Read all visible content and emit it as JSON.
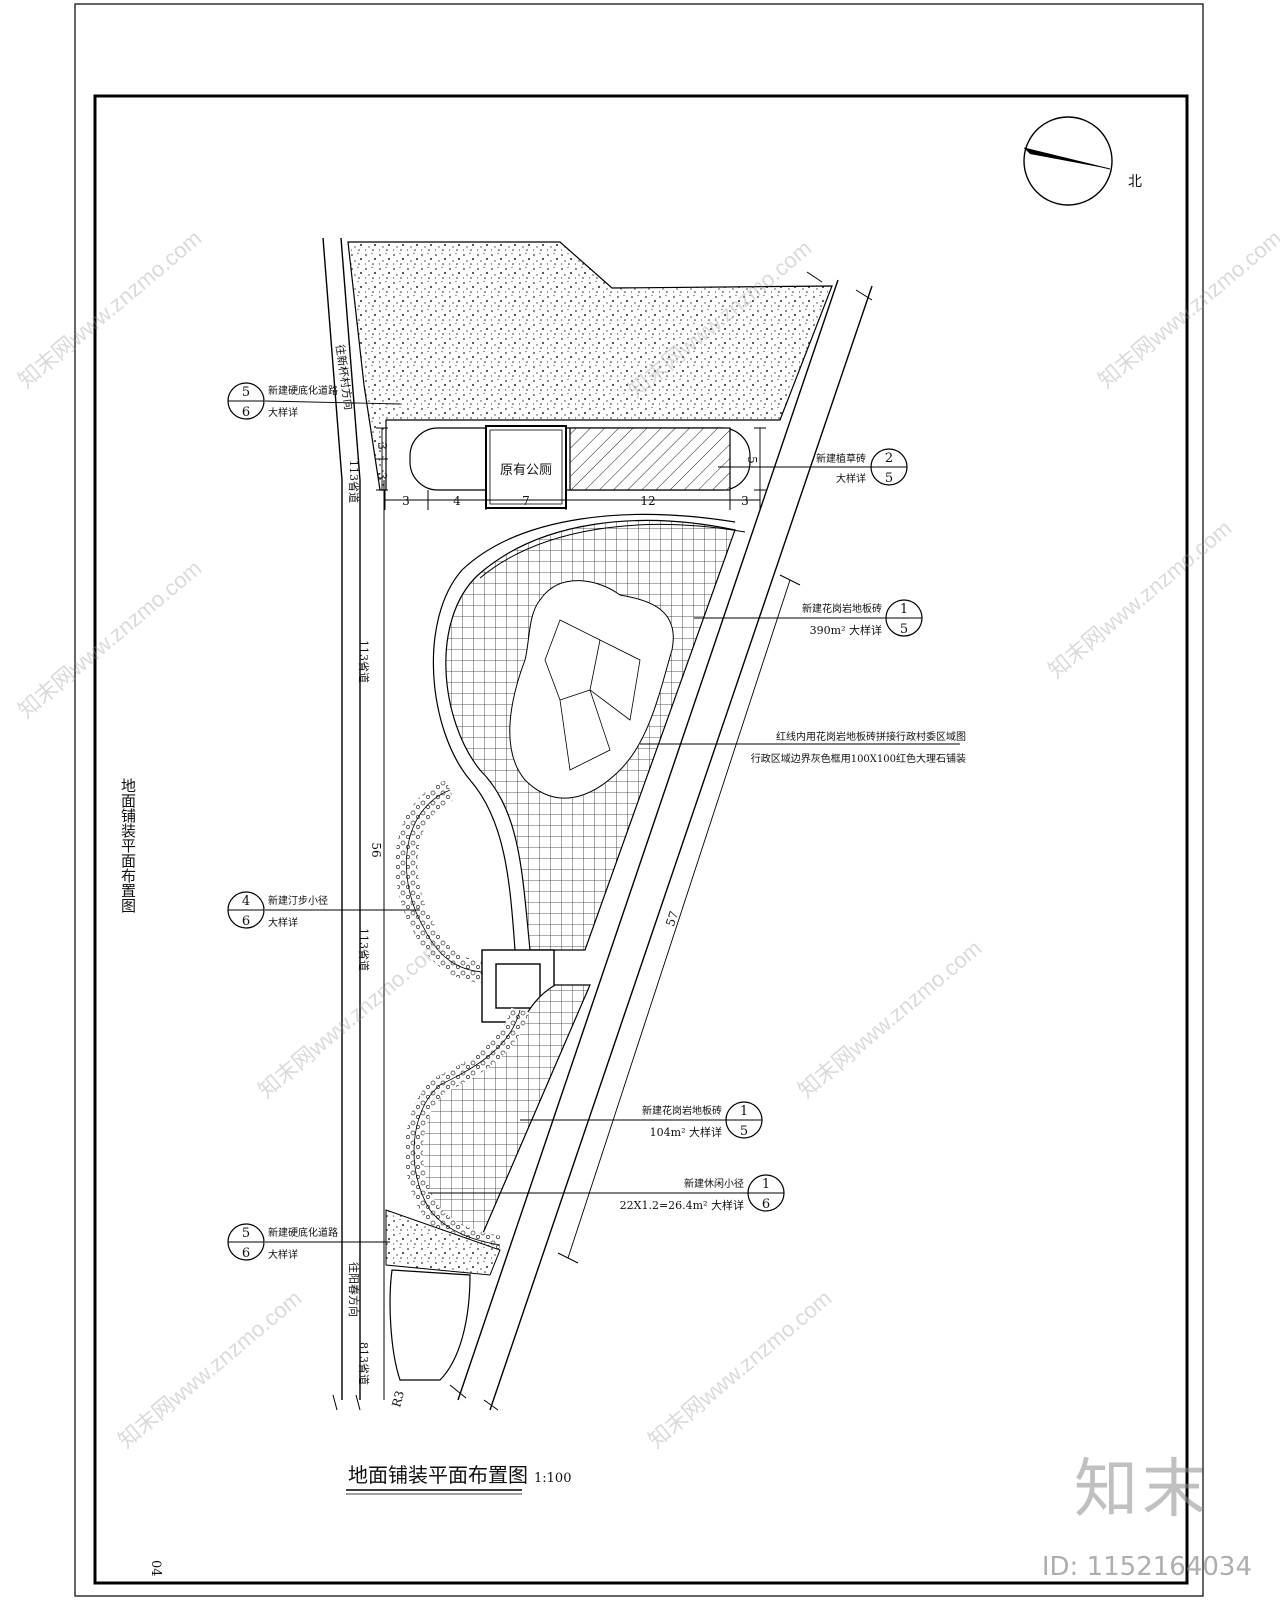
{
  "drawing": {
    "title": "地面铺装平面布置图",
    "scale": "1:100",
    "side_title": "地面铺装平面布置图",
    "page_number": "04",
    "north_label": "北",
    "existing_toilet": "原有公厕"
  },
  "callouts": {
    "hard_road_top": {
      "num": "5",
      "den": "6",
      "line1": "新建硬底化道路",
      "line2": "大样详"
    },
    "grass_brick": {
      "num": "2",
      "den": "5",
      "line1": "新建植草砖",
      "line2": "大样详"
    },
    "granite_390": {
      "num": "1",
      "den": "5",
      "line1": "新建花岗岩地板砖",
      "line2": "390m²  大样详"
    },
    "boundary_note": {
      "line1": "红线内用花岗岩地板砖拼接行政村委区域图",
      "line2": "行政区域边界灰色框用100X100红色大理石铺装"
    },
    "step_path": {
      "num": "4",
      "den": "6",
      "line1": "新建汀步小径",
      "line2": "大样详"
    },
    "granite_104": {
      "num": "1",
      "den": "5",
      "line1": "新建花岗岩地板砖",
      "line2": "104m²  大样详"
    },
    "leisure_path": {
      "num": "1",
      "den": "6",
      "line1": "新建休闲小径",
      "line2": "22X1.2=26.4m² 大样详"
    },
    "hard_road_bottom": {
      "num": "5",
      "den": "6",
      "line1": "新建硬底化道路",
      "line2": "大样详"
    }
  },
  "dimensions": {
    "bottom_row": [
      "3",
      "4",
      "7",
      "12",
      "3"
    ],
    "top_left_stack": [
      "3",
      "3"
    ],
    "grass_height": "5",
    "left_length": "56",
    "diagonal_length": "57",
    "radius": "R3"
  },
  "road_labels": {
    "upper_name": "往新杯村方向",
    "lower_name": "往阳春方向",
    "road_width_1": "113省道",
    "road_width_2": "113省道",
    "road_width_3": "113省道",
    "road_width_4": "813省道"
  },
  "watermark": {
    "site_text": "知末网www.znzmo.com",
    "brand": "知末",
    "id_text": "ID: 1152164034"
  }
}
